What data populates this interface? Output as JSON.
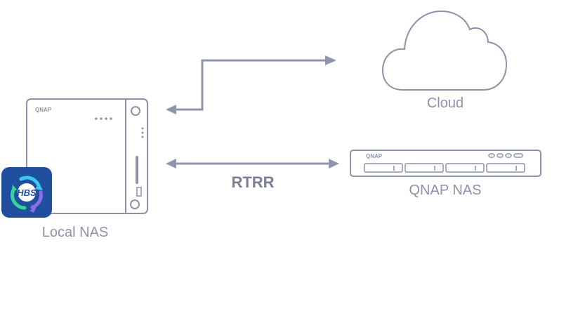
{
  "nodes": {
    "local_nas": {
      "label": "Local NAS",
      "brand": "QNAP"
    },
    "cloud": {
      "label": "Cloud"
    },
    "qnap_nas": {
      "label": "QNAP NAS",
      "brand": "QNAP"
    }
  },
  "hbs_badge": {
    "text": "HBS"
  },
  "connections": {
    "local_to_cloud": {
      "label": ""
    },
    "local_to_qnap": {
      "label": "RTRR"
    }
  },
  "colors": {
    "stroke": "#8c93a8",
    "arrow": "#8f96ab",
    "badge_bg": "#1f4f9e",
    "badge_ring_green": "#37d59b",
    "badge_ring_purple": "#8e6ee6",
    "badge_ring_cyan": "#40c6ef"
  }
}
